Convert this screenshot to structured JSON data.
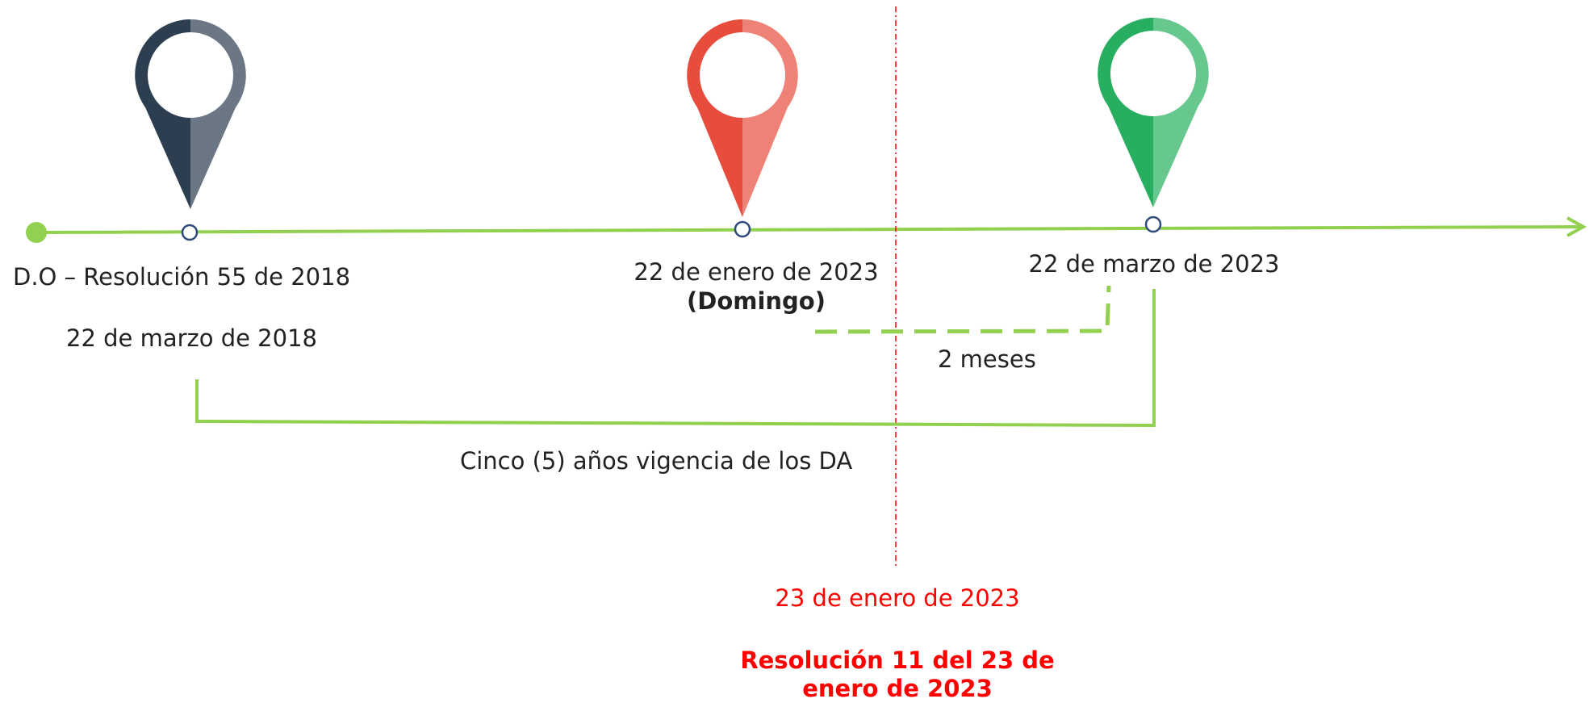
{
  "milestones": [
    {
      "label": "D.O – Resolución 55 de 2018",
      "date": "22 de marzo de 2018",
      "pin_color": "#2c3e50",
      "pin_color_light": "#6b7785"
    },
    {
      "label": "22 de enero de 2023",
      "note": "(Domingo)",
      "pin_color": "#e84c3d",
      "pin_color_light": "#ee8276"
    },
    {
      "label": "22 de marzo de 2023",
      "pin_color": "#27ae60",
      "pin_color_light": "#67c88f"
    }
  ],
  "spans": {
    "two_months": "2 meses",
    "five_years": "Cinco (5) años vigencia de los DA"
  },
  "cutoff": {
    "date": "23 de enero de 2023",
    "resolution_line1": "Resolución 11 del 23 de",
    "resolution_line2": "enero de 2023",
    "color": "#ff0000"
  },
  "colors": {
    "timeline": "#92d050",
    "node_stroke": "#2f4a7a"
  }
}
